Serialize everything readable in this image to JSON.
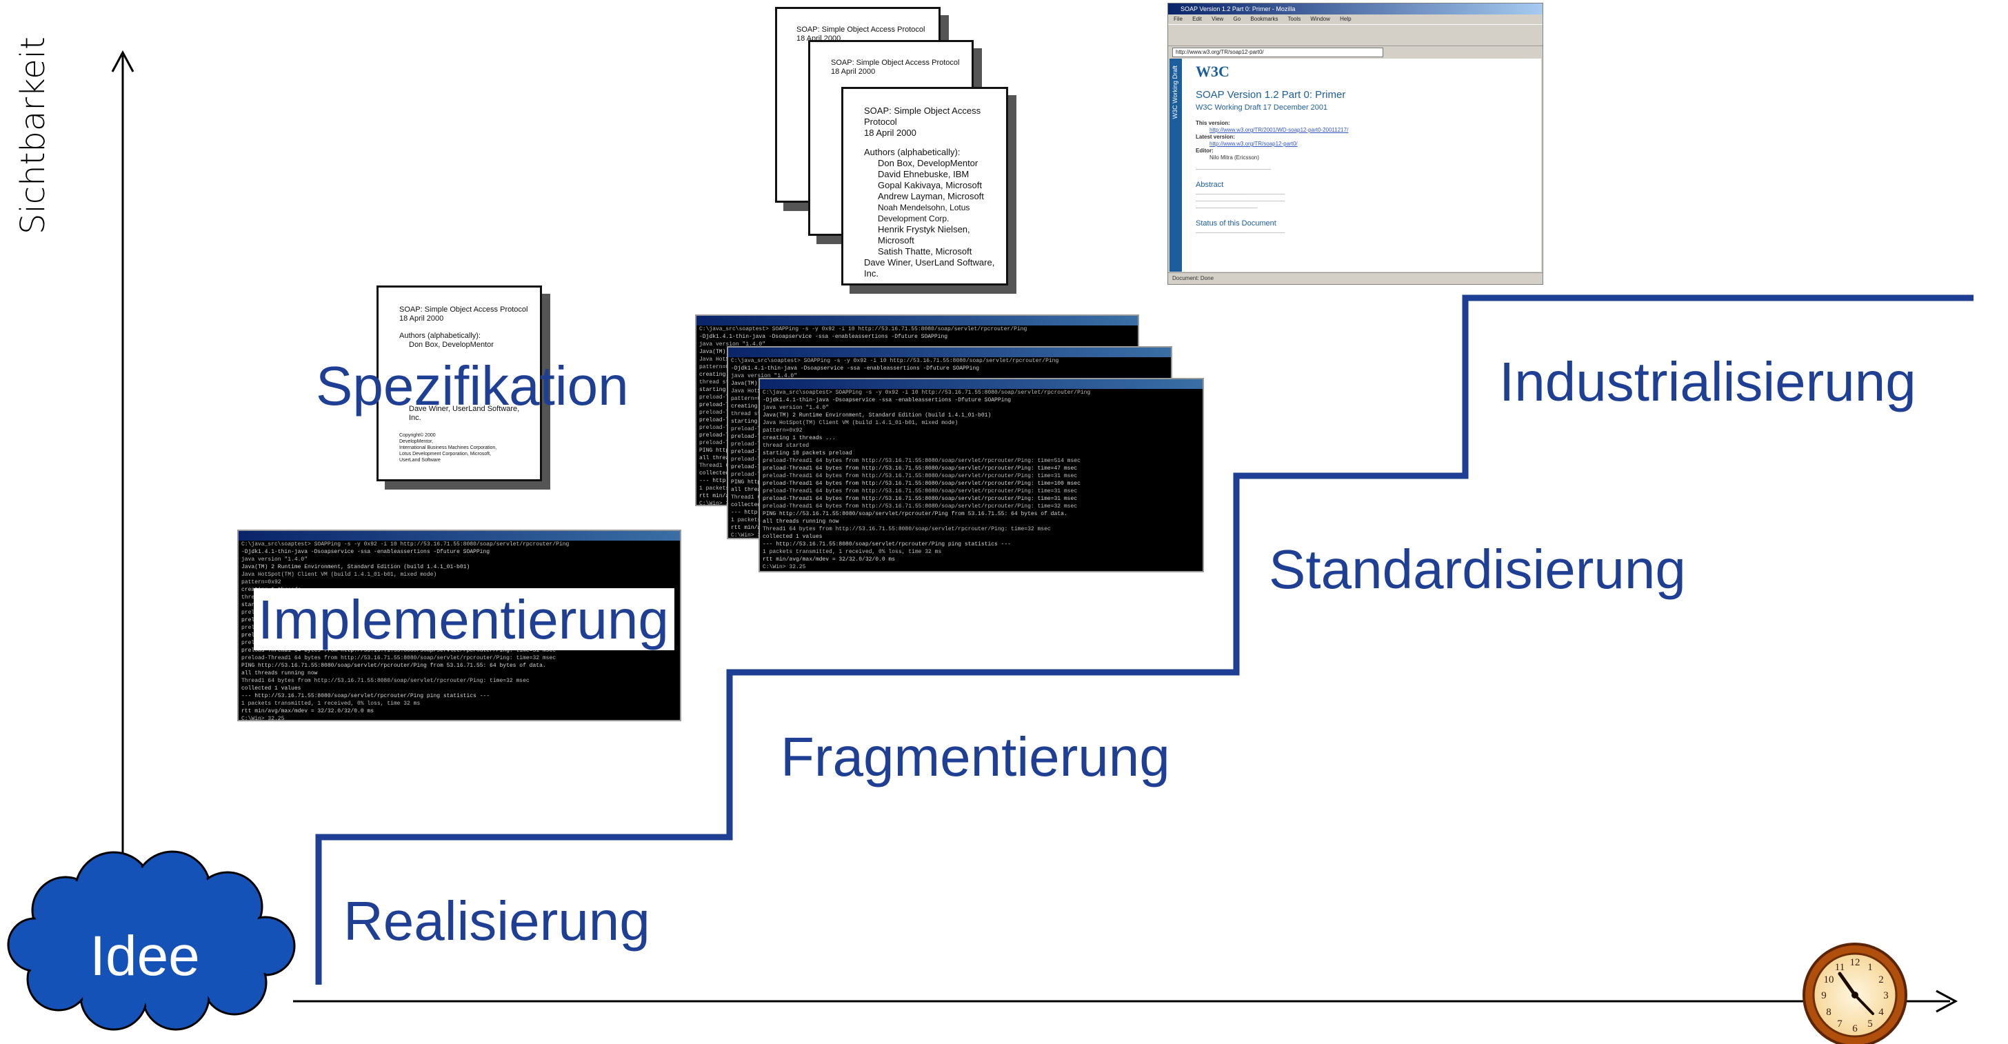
{
  "axes": {
    "y_label": "Sichtbarkeit"
  },
  "idea": {
    "label": "Idee"
  },
  "stages": {
    "realisierung": "Realisierung",
    "fragmentierung": "Fragmentierung",
    "standardisierung": "Standardisierung",
    "industrialisierung": "Industrialisierung",
    "spezifikation": "Spezifikation",
    "implementierung": "Implementierung"
  },
  "spec_doc": {
    "title": "SOAP: Simple Object Access Protocol",
    "date": "18 April 2000",
    "authors_heading": "Authors (alphabetically):",
    "authors": [
      "Don Box, DevelopMentor",
      "David Ehnebuske, IBM",
      "Gopal Kakivaya, Microsoft",
      "Andrew Layman, Microsoft",
      "Noah Mendelsohn, Lotus Development Corp.",
      "Henrik Frystyk Nielsen, Microsoft",
      "Satish Thatte, Microsoft",
      "Dave Winer, UserLand Software, Inc."
    ],
    "copyright": [
      "Copyright© 2000",
      "DevelopMentor,",
      "International Business Machines Corporation,",
      "Lotus Development Corporation, Microsoft,",
      "UserLand Software"
    ]
  },
  "browser": {
    "window_title": "SOAP Version 1.2 Part 0: Primer - Mozilla",
    "menu": "File Edit View Go Bookmarks Tools Window Help",
    "address": "http://www.w3.org/TR/soap12-part0/",
    "logo": "W3C",
    "sidebar": "W3C Working Draft",
    "doc_title": "SOAP Version 1.2 Part 0: Primer",
    "doc_subtitle": "W3C Working Draft 17 December 2001",
    "this_version_label": "This version:",
    "this_version": "http://www.w3.org/TR/2001/WD-soap12-part0-20011217/",
    "latest_label": "Latest version:",
    "latest": "http://www.w3.org/TR/soap12-part0/",
    "editor_label": "Editor:",
    "editor": "Nilo Mitra (Ericsson)",
    "abstract_heading": "Abstract",
    "status_heading": "Status of this Document",
    "status_text": "Document: Done"
  },
  "terminal_lines": [
    "C:\\java_src\\soaptest> SOAPPing -s -y 0x92 -i 10 http://53.16.71.55:8080/soap/servlet/rpcrouter/Ping",
    "-Djdk1.4.1-thin-java -Dsoapservice -ssa -enableassertions -Dfuture SOAPPing",
    "java version \"1.4.0\"",
    "Java(TM) 2 Runtime Environment, Standard Edition (build 1.4.1_01-b01)",
    "Java HotSpot(TM) Client VM (build 1.4.1_01-b01, mixed mode)",
    "",
    "pattern=0x92",
    "creating 1 threads ...",
    "thread started",
    "starting 10 packets preload",
    "preload-Thread1 64 bytes from http://53.16.71.55:8080/soap/servlet/rpcrouter/Ping: time=514 msec",
    "preload-Thread1 64 bytes from http://53.16.71.55:8080/soap/servlet/rpcrouter/Ping: time=47 msec",
    "preload-Thread1 64 bytes from http://53.16.71.55:8080/soap/servlet/rpcrouter/Ping: time=31 msec",
    "preload-Thread1 64 bytes from http://53.16.71.55:8080/soap/servlet/rpcrouter/Ping: time=100 msec",
    "preload-Thread1 64 bytes from http://53.16.71.55:8080/soap/servlet/rpcrouter/Ping: time=31 msec",
    "preload-Thread1 64 bytes from http://53.16.71.55:8080/soap/servlet/rpcrouter/Ping: time=31 msec",
    "preload-Thread1 64 bytes from http://53.16.71.55:8080/soap/servlet/rpcrouter/Ping: time=32 msec",
    "PING http://53.16.71.55:8080/soap/servlet/rpcrouter/Ping from 53.16.71.55: 64 bytes of data.",
    "",
    "all threads running now",
    "Thread1 64 bytes from http://53.16.71.55:8080/soap/servlet/rpcrouter/Ping: time=32 msec",
    "collected 1 values",
    "",
    "--- http://53.16.71.55:8080/soap/servlet/rpcrouter/Ping ping statistics ---",
    "1 packets transmitted, 1 received, 0% loss, time 32 ms",
    "rtt min/avg/max/mdev = 32/32.0/32/0.0 ms",
    "C:\\Win> 32.25"
  ]
}
